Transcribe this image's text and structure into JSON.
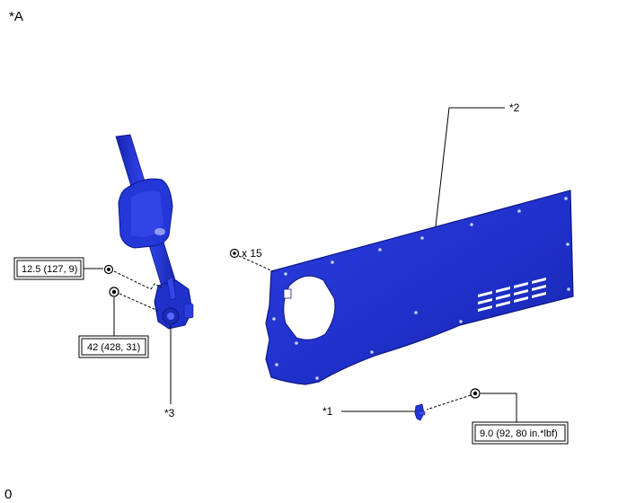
{
  "view_label": "*A",
  "corner_mark": "0",
  "callouts": {
    "c1": "*1",
    "c2": "*2",
    "c3": "*3"
  },
  "quantity": "x 15",
  "torque": {
    "t1": "12.5 (127, 9)",
    "t2": "42 (428, 31)",
    "t3": "9.0 (92, 80 in.*lbf)"
  },
  "colors": {
    "part": "#2233cc",
    "part_dark": "#101a8a",
    "part_light": "#5a6bff",
    "line": "#000000"
  }
}
